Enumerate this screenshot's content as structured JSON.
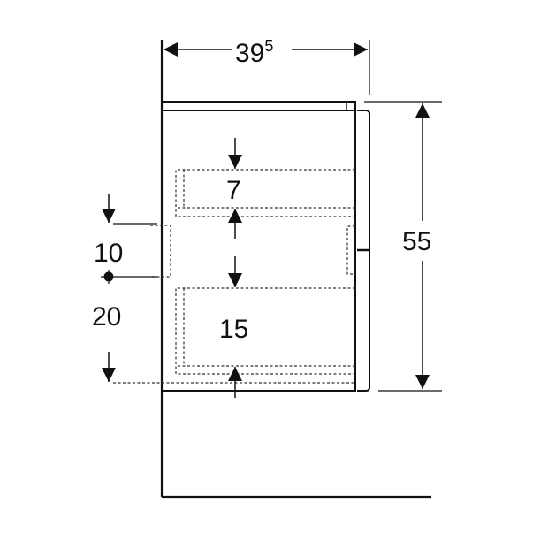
{
  "dimensions": {
    "width_main": "39",
    "width_sup": "5",
    "height_total": "55",
    "drawer_top_height": "7",
    "drawer_bottom_height": "15",
    "offset_upper": "10",
    "offset_lower": "20"
  },
  "colors": {
    "line": "#111111",
    "background": "#ffffff"
  }
}
